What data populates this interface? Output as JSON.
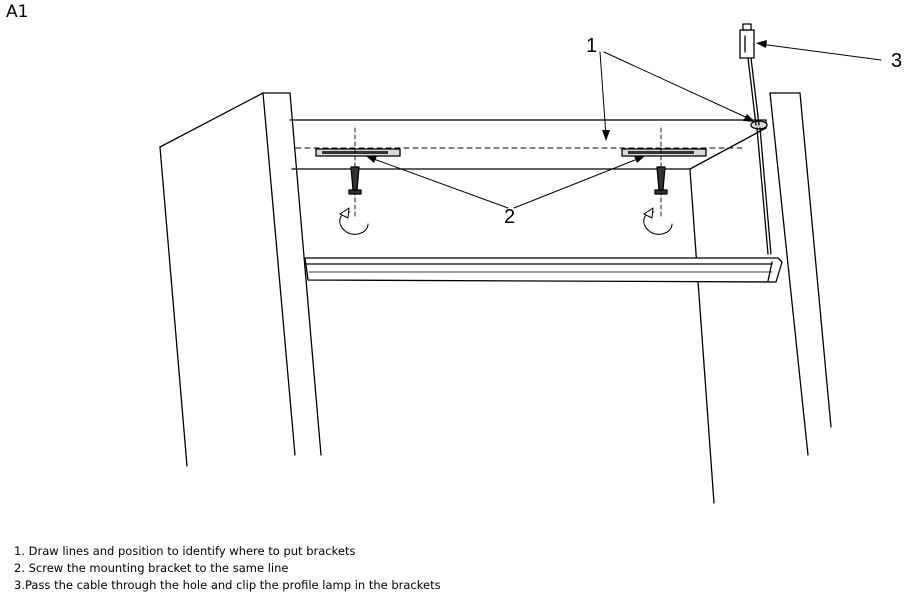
{
  "figure_label": "A1",
  "callouts": {
    "one": "1",
    "two": "2",
    "three": "3"
  },
  "instructions": [
    "1. Draw lines and position to identify where to put brackets",
    "2. Screw the mounting bracket to the same line",
    "3.Pass the cable through the hole and clip the profile lamp in the brackets"
  ],
  "colors": {
    "line": "#000000",
    "fill": "#ffffff",
    "shade": "#d9d9d9",
    "dark": "#333333"
  }
}
